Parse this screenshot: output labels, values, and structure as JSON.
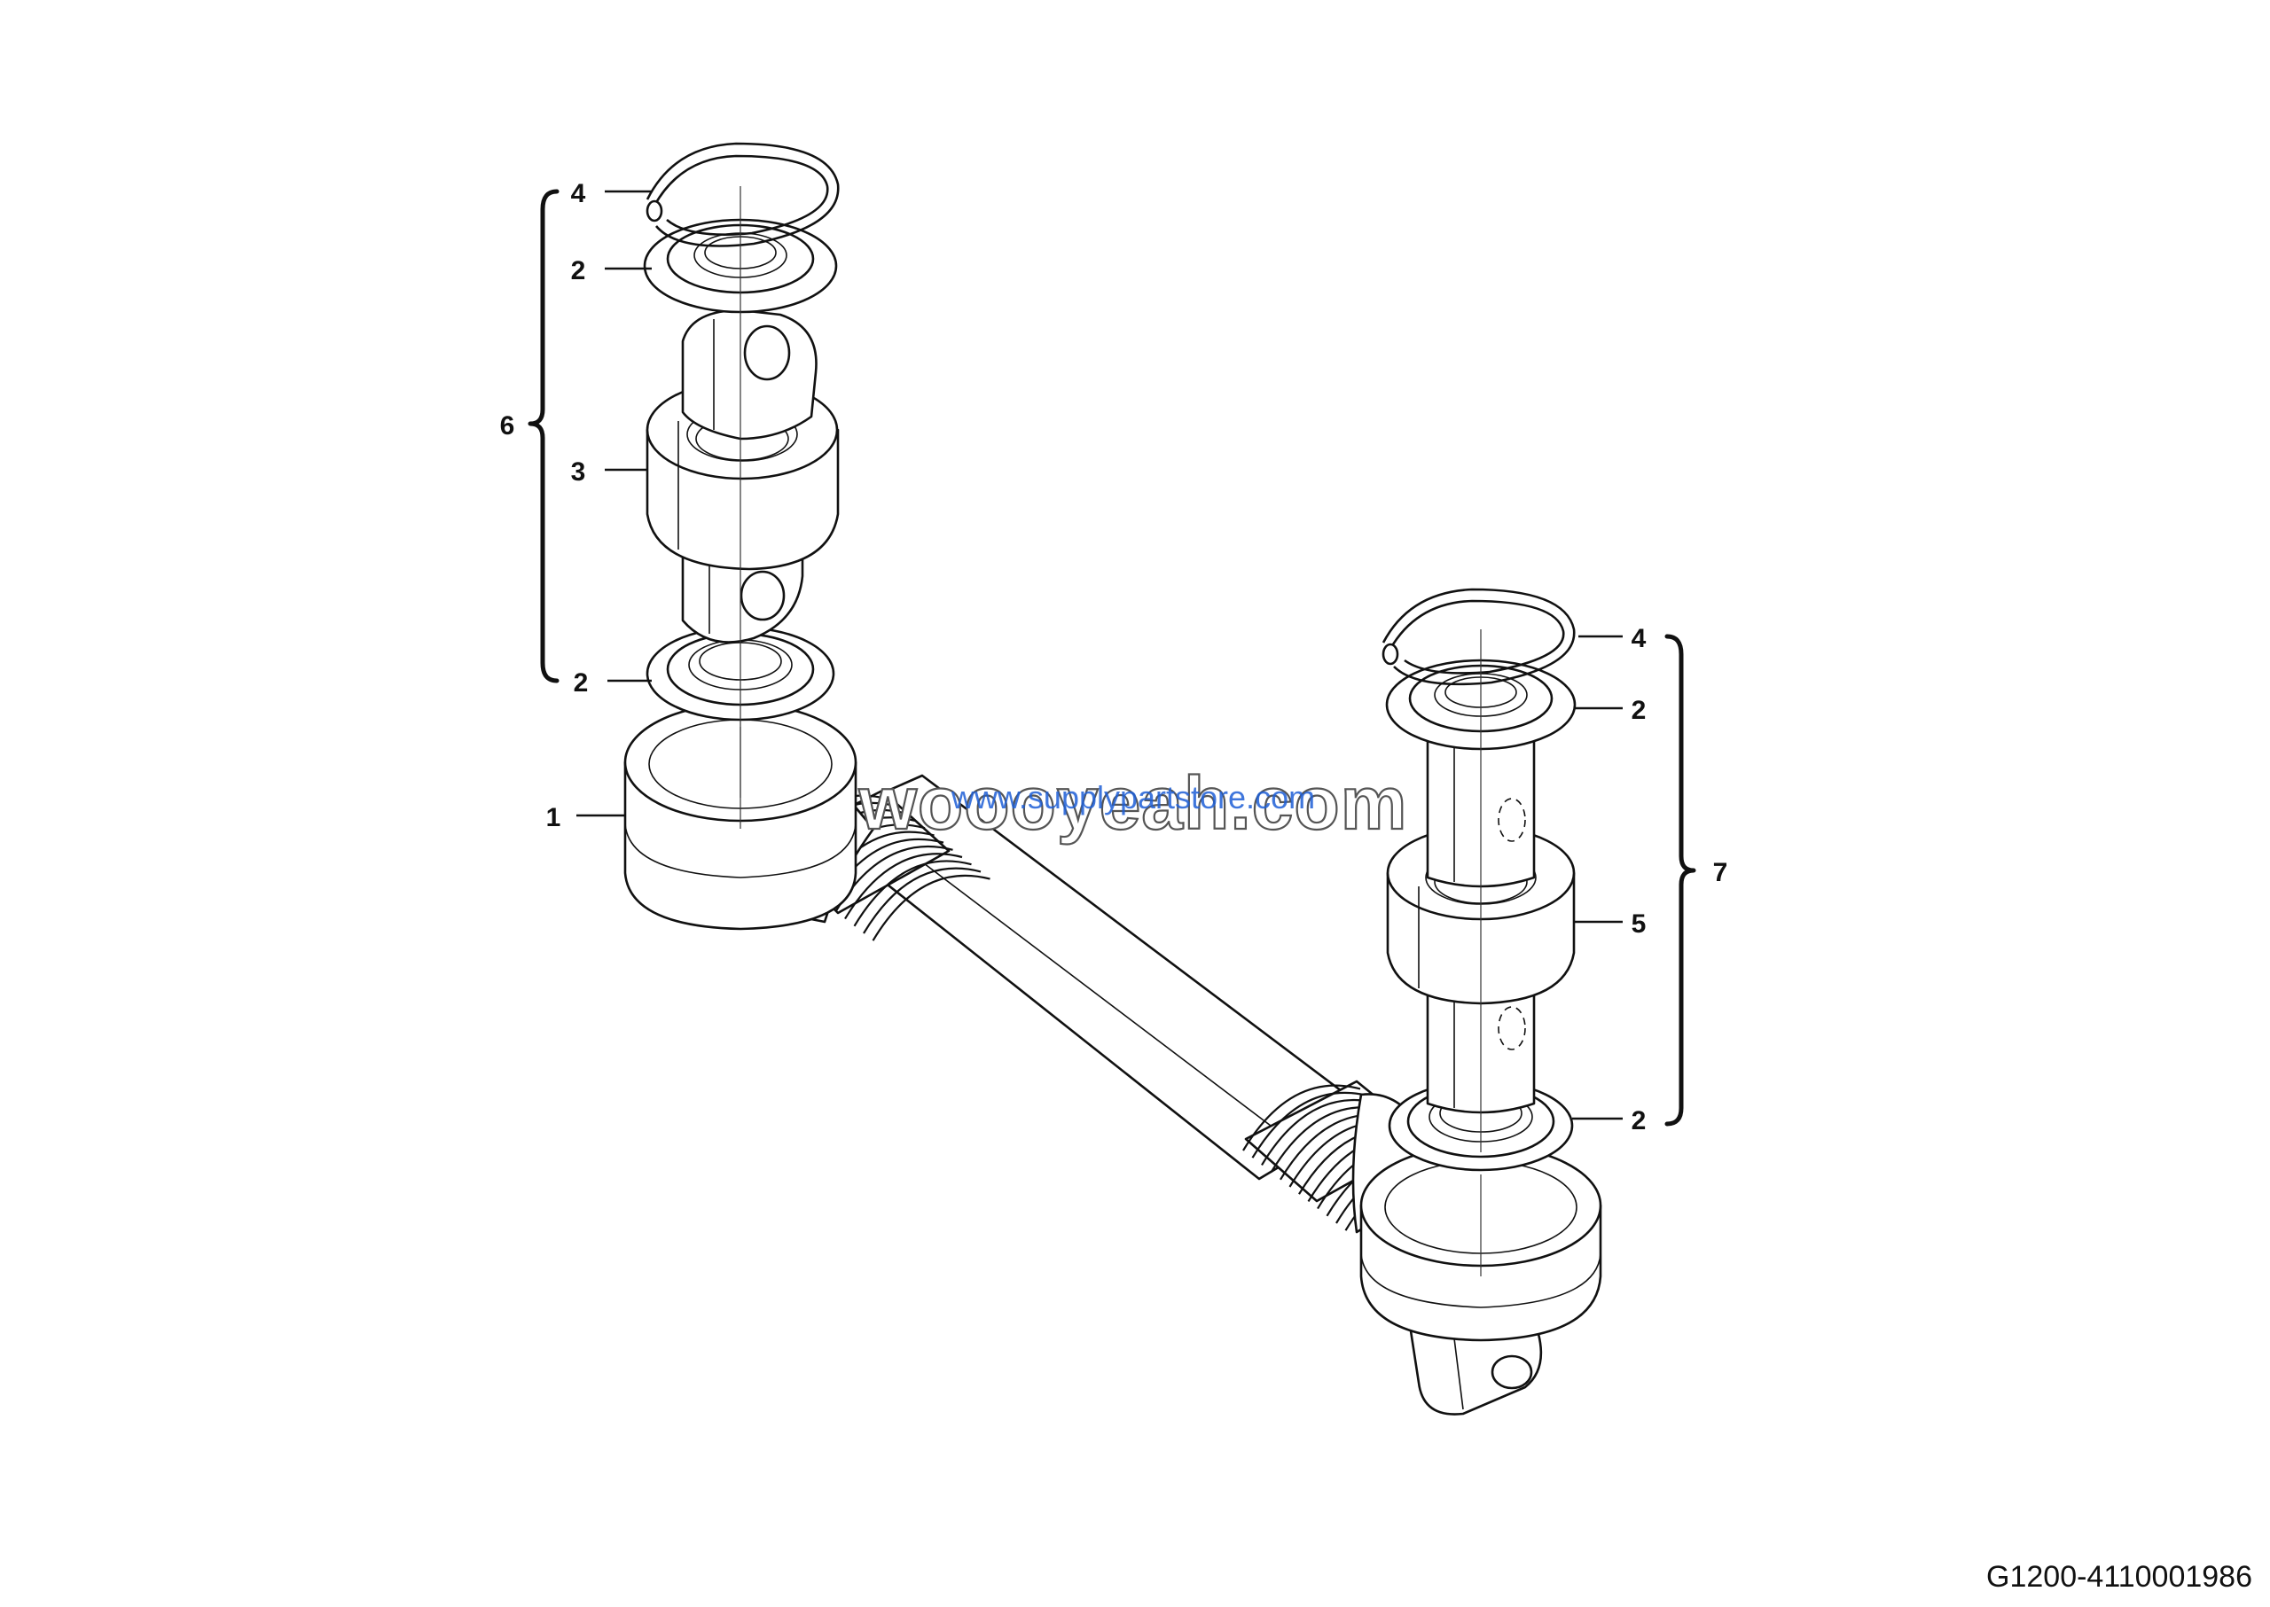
{
  "callouts": {
    "left": {
      "top_ring": "4",
      "top_washer": "2",
      "bushing": "3",
      "bottom_washer": "2",
      "group": "6",
      "rod_end": "1"
    },
    "right": {
      "top_ring": "4",
      "top_washer": "2",
      "bushing": "5",
      "bottom_washer": "2",
      "group": "7"
    }
  },
  "watermark": {
    "main": "woooyeah.com",
    "sub": "www.supplypartstore.com"
  },
  "drawing_id": "G1200-4110001986",
  "colors": {
    "line": "#111111",
    "background": "#ffffff",
    "watermark_sub": "#1e5fd6"
  }
}
